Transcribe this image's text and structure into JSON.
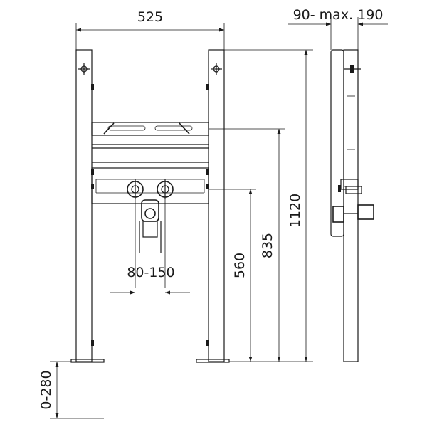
{
  "dimensions": {
    "frame_width": "525",
    "depth": "90- max. 190",
    "total_height": "1120",
    "height_835": "835",
    "height_560": "560",
    "connection_spacing": "80-150",
    "floor_adjust": "0-280"
  },
  "colors": {
    "line": "#1a1a1a",
    "background": "#ffffff"
  }
}
